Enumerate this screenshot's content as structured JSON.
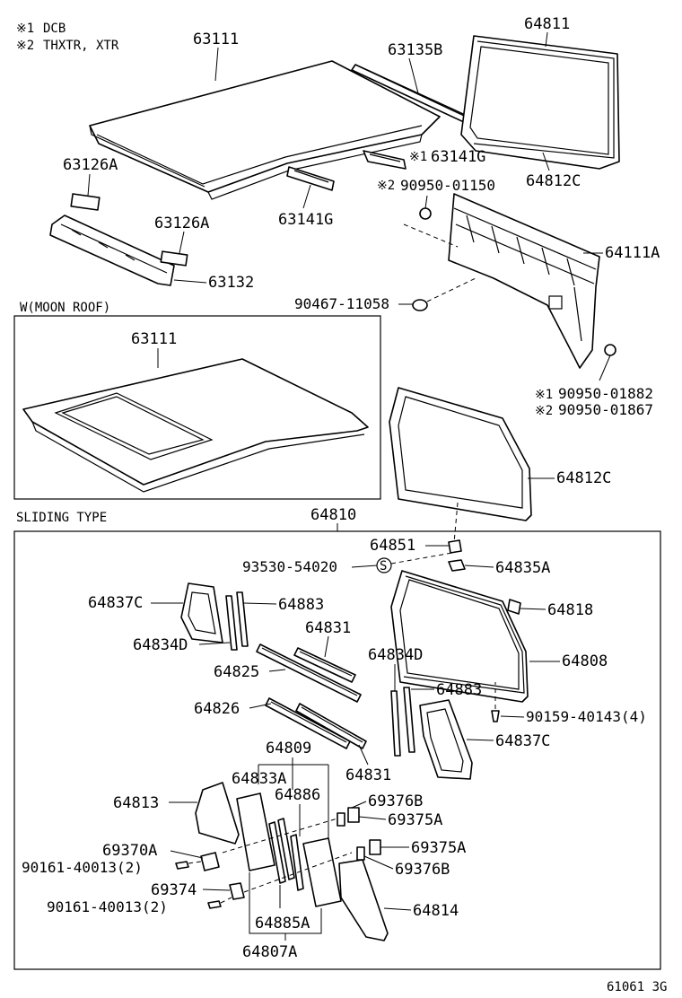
{
  "notes": [
    {
      "mark": "※1",
      "text": "DCB"
    },
    {
      "mark": "※2",
      "text": "THXTR, XTR"
    }
  ],
  "sections": {
    "moon_roof": "W(MOON ROOF)",
    "sliding": "SLIDING TYPE"
  },
  "labels": {
    "p63111_top": "63111",
    "p63135B": "63135B",
    "p64811": "64811",
    "p63126A_left": "63126A",
    "p63141G_upper": "63141G",
    "p63141G_upper_mark": "※1",
    "p90950_01150": "90950-01150",
    "p90950_01150_mark": "※2",
    "p64812C_top": "64812C",
    "p63126A_mid": "63126A",
    "p63141G_lower": "63141G",
    "p64111A": "64111A",
    "p63132": "63132",
    "p90467_11058": "90467-11058",
    "p63111_moon": "63111",
    "p90950_01882": "90950-01882",
    "p90950_01882_mark": "※1",
    "p90950_01867": "90950-01867",
    "p90950_01867_mark": "※2",
    "p64812C_mid": "64812C",
    "p64810": "64810",
    "p64851": "64851",
    "p93530_54020": "93530-54020",
    "s_mark": "S",
    "p64835A": "64835A",
    "p64837C_left": "64837C",
    "p64883_left": "64883",
    "p64818": "64818",
    "p64831_upper": "64831",
    "p64834D_left": "64834D",
    "p64808": "64808",
    "p64825": "64825",
    "p64834D_right": "64834D",
    "p64883_right": "64883",
    "p64826": "64826",
    "p90159_40143": "90159-40143(4)",
    "p64837C_right": "64837C",
    "p64809": "64809",
    "p64831_lower": "64831",
    "p64833A": "64833A",
    "p64886": "64886",
    "p64813": "64813",
    "p69376B_upper": "69376B",
    "p69375A_upper": "69375A",
    "p69370A": "69370A",
    "p69375A_lower": "69375A",
    "p90161_40013_a": "90161-40013(2)",
    "p69376B_lower": "69376B",
    "p69374": "69374",
    "p90161_40013_b": "90161-40013(2)",
    "p64814": "64814",
    "p64885A": "64885A",
    "p64807A": "64807A"
  },
  "figure_code": "61061 3G"
}
